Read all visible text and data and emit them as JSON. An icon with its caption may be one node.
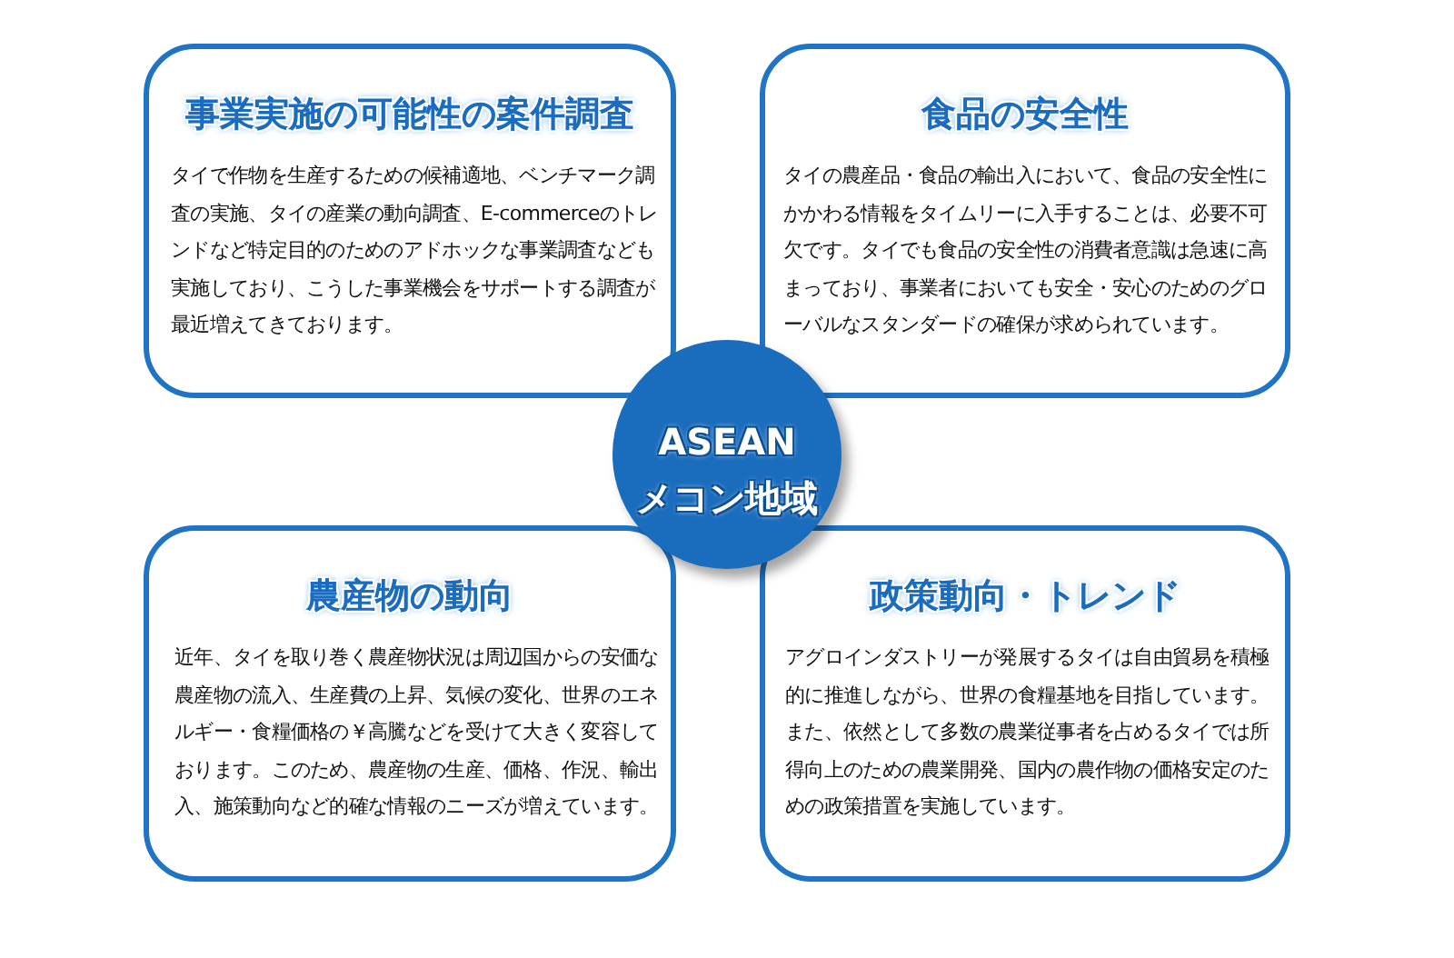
{
  "diagram": {
    "nodes": [
      {
        "text": [
          "事業実施の可能性の案件調査",
          "タイで作物を生産するための候補適地、ベンチマーク調査の実施、タイの産業の動向調査、E-commerceのトレンドなど特定目的のためのアドホックな事業調査なども実施しており、こうした事業機会をサポートする調査が最近増えてきております。"
        ]
      },
      {
        "text": [
          "食品の安全性",
          "タイの農産品・食品の輸出入において、食品の安全性にかかわる情報をタイムリーに入手することは、必要不可欠です。タイでも食品の安全性の消費者意識は急速に高まっており、事業者においても安全・安心のためのグローバルなスタンダードの確保が求められています。"
        ]
      },
      {
        "text": [
          "ASEAN",
          "メコン地域"
        ]
      },
      {
        "text": [
          "農産物の動向",
          "近年、タイを取り巻く農産物状況は周辺国からの安価な農産物の流入、生産費の上昇、気候の変化、世界のエネルギー・食糧価格の￥高騰などを受けて大きく変容しております。このため、農産物の生産、価格、作況、輸出入、施策動向など的確な情報のニーズが増えています。"
        ]
      },
      {
        "text": [
          "政策動向・トレンド",
          "アグロインダストリーが発展するタイは自由貿易を積極的に推進しながら、世界の食糧基地を目指しています。また、依然として多数の農業従事者を占めるタイでは所得向上のための農業開発、国内の農作物の価格安定のための政策措置を実施しています。"
        ]
      }
    ]
  }
}
